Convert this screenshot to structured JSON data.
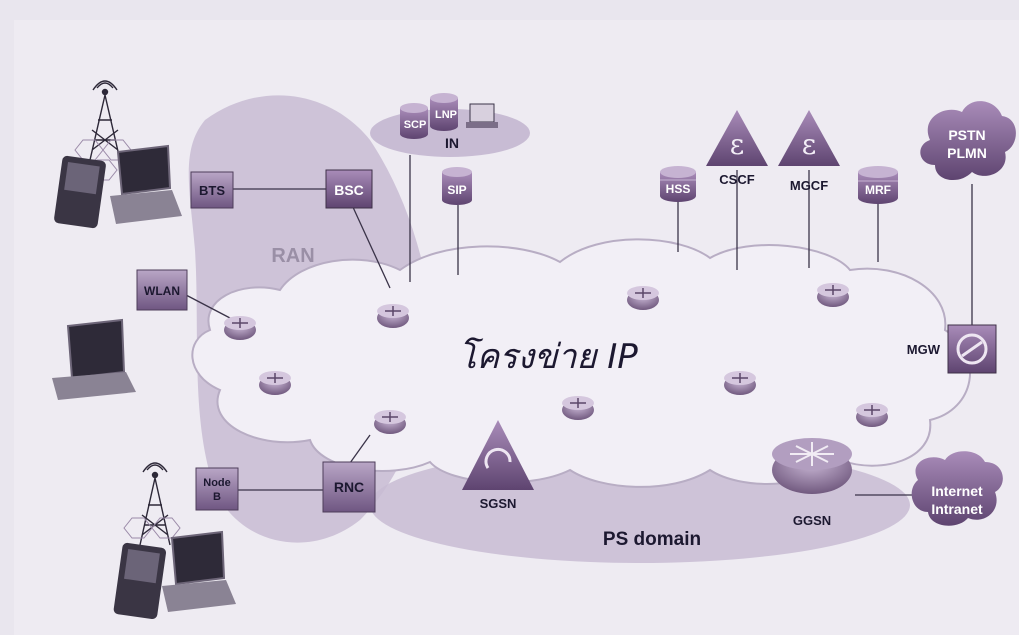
{
  "diagram": {
    "network_label": "โครงข่าย IP",
    "regions": {
      "ran": "RAN",
      "ps": "PS domain"
    },
    "nodes": {
      "bts": "BTS",
      "bsc": "BSC",
      "wlan": "WLAN",
      "node_b_line1": "Node",
      "node_b_line2": "B",
      "rnc": "RNC",
      "scp": "SCP",
      "lnp": "LNP",
      "in": "IN",
      "sip": "SIP",
      "hss": "HSS",
      "cscf": "CSCF",
      "mgcf": "MGCF",
      "mrf": "MRF",
      "pstn_line1": "PSTN",
      "pstn_line2": "PLMN",
      "mgw": "MGW",
      "sgsn": "SGSN",
      "ggsn": "GGSN",
      "internet_line1": "Internet",
      "internet_line2": "Intranet"
    },
    "icons": [
      "antenna-tower-icon",
      "laptop-icon",
      "handheld-device-icon",
      "router-icon",
      "database-icon",
      "triangle-switch-icon",
      "cloud-icon"
    ],
    "colors": {
      "node_fill": "#7a5c8c",
      "cloud_fill": "#ece8f2",
      "region_fill": "#c8bcd4",
      "background": "#e9e6ee"
    }
  }
}
